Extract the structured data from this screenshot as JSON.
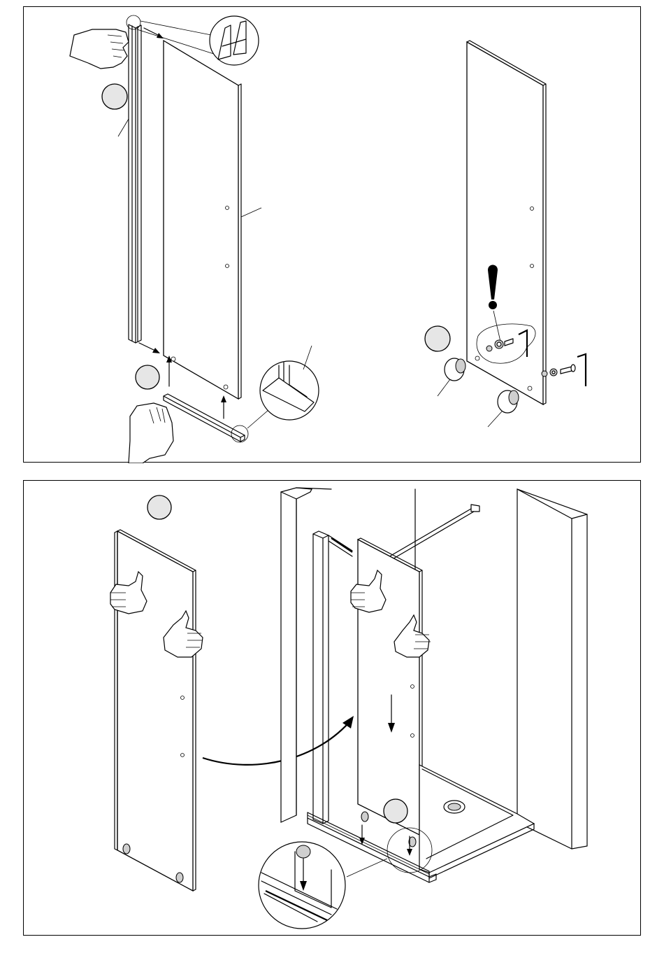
{
  "figure": {
    "type": "assembly-instructions",
    "panels": [
      {
        "id": "top",
        "steps": [
          "glass-panel-seal-fitting",
          "knob-fitting"
        ]
      },
      {
        "id": "bottom",
        "steps": [
          "door-hanging-on-rail"
        ]
      }
    ]
  },
  "icons": {
    "warning": "exclamation-icon",
    "hand": "hand-icon",
    "arrow": "arrow-icon",
    "magnifier": "detail-circle-icon",
    "allen-key": "allen-key-icon",
    "knob": "door-knob-icon"
  },
  "colors": {
    "line": "#000000",
    "step_marker_fill": "#e6e6e6",
    "background": "#ffffff"
  }
}
